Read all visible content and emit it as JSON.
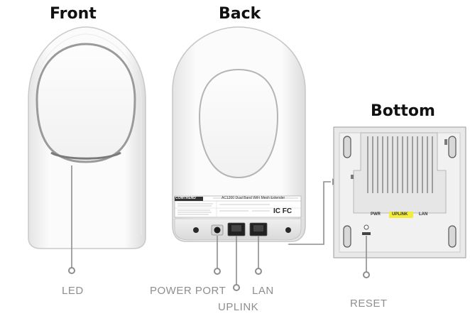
{
  "titles": {
    "front": "Front",
    "back": "Back",
    "bottom": "Bottom"
  },
  "callouts": {
    "led": "LED",
    "power_port": "POWER PORT",
    "uplink": "UPLINK",
    "lan": "LAN",
    "reset": "RESET"
  },
  "label_panel": {
    "brand": "COMTREND",
    "product": "AC1200 Dual Band WiFi Mesh Extender",
    "cert": "IC FC"
  },
  "bottom_ports": {
    "pwr": "PWR",
    "uplink": "UPLINK",
    "lan": "LAN"
  },
  "colors": {
    "callout_line": "#8e8e8e",
    "uplink_highlight": "#f3ec3a",
    "device_body": "#f7f7f7",
    "device_edge": "#c8c8c8"
  }
}
